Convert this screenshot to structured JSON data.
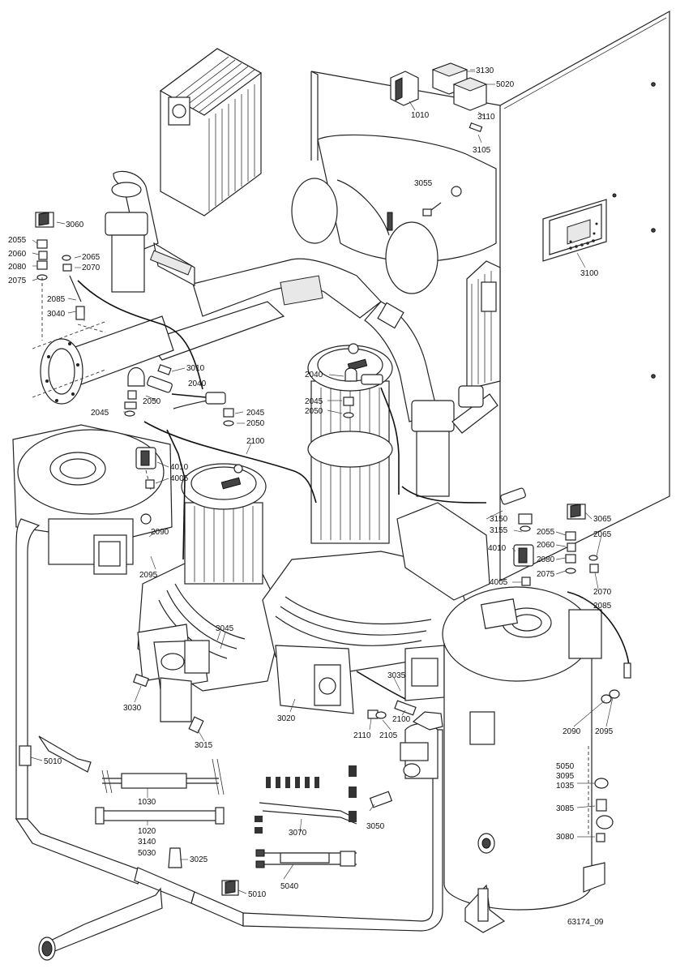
{
  "drawing_id": "63174_09",
  "callouts": [
    {
      "id": "c3130",
      "text": "3130"
    },
    {
      "id": "c5020",
      "text": "5020"
    },
    {
      "id": "c1010",
      "text": "1010"
    },
    {
      "id": "c3110",
      "text": "3110"
    },
    {
      "id": "c3105",
      "text": "3105"
    },
    {
      "id": "c3055",
      "text": "3055"
    },
    {
      "id": "c3060",
      "text": "3060"
    },
    {
      "id": "c2055a",
      "text": "2055"
    },
    {
      "id": "c2060a",
      "text": "2060"
    },
    {
      "id": "c2065a",
      "text": "2065"
    },
    {
      "id": "c2070a",
      "text": "2070"
    },
    {
      "id": "c2080a",
      "text": "2080"
    },
    {
      "id": "c2075a",
      "text": "2075"
    },
    {
      "id": "c2085a",
      "text": "2085"
    },
    {
      "id": "c3040",
      "text": "3040"
    },
    {
      "id": "c3100",
      "text": "3100"
    },
    {
      "id": "c3010",
      "text": "3010"
    },
    {
      "id": "c2040a",
      "text": "2040"
    },
    {
      "id": "c2050a",
      "text": "2050"
    },
    {
      "id": "c2045a",
      "text": "2045"
    },
    {
      "id": "c2045b",
      "text": "2045"
    },
    {
      "id": "c2050b",
      "text": "2050"
    },
    {
      "id": "c2100a",
      "text": "2100"
    },
    {
      "id": "c2040b",
      "text": "2040"
    },
    {
      "id": "c2045c",
      "text": "2045"
    },
    {
      "id": "c2050c",
      "text": "2050"
    },
    {
      "id": "c4010a",
      "text": "4010"
    },
    {
      "id": "c4005a",
      "text": "4005"
    },
    {
      "id": "c2090a",
      "text": "2090"
    },
    {
      "id": "c2095a",
      "text": "2095"
    },
    {
      "id": "c3150",
      "text": "3150"
    },
    {
      "id": "c3065",
      "text": "3065"
    },
    {
      "id": "c3155",
      "text": "3155"
    },
    {
      "id": "c4010b",
      "text": "4010"
    },
    {
      "id": "c2055b",
      "text": "2055"
    },
    {
      "id": "c2065b",
      "text": "2065"
    },
    {
      "id": "c2060b",
      "text": "2060"
    },
    {
      "id": "c2080b",
      "text": "2080"
    },
    {
      "id": "c2075b",
      "text": "2075"
    },
    {
      "id": "c2070b",
      "text": "2070"
    },
    {
      "id": "c4005b",
      "text": "4005"
    },
    {
      "id": "c2085b",
      "text": "2085"
    },
    {
      "id": "c3045",
      "text": "3045"
    },
    {
      "id": "c3035",
      "text": "3035"
    },
    {
      "id": "c3030",
      "text": "3030"
    },
    {
      "id": "c3020",
      "text": "3020"
    },
    {
      "id": "c2100b",
      "text": "2100"
    },
    {
      "id": "c2110",
      "text": "2110"
    },
    {
      "id": "c2105",
      "text": "2105"
    },
    {
      "id": "c2090b",
      "text": "2090"
    },
    {
      "id": "c2095b",
      "text": "2095"
    },
    {
      "id": "c3015",
      "text": "3015"
    },
    {
      "id": "c5010a",
      "text": "5010"
    },
    {
      "id": "c5050",
      "text": "5050"
    },
    {
      "id": "c3095",
      "text": "3095"
    },
    {
      "id": "c1035",
      "text": "1035"
    },
    {
      "id": "c1030",
      "text": "1030"
    },
    {
      "id": "c3070",
      "text": "3070"
    },
    {
      "id": "c3050",
      "text": "3050"
    },
    {
      "id": "c3085",
      "text": "3085"
    },
    {
      "id": "c1020",
      "text": "1020"
    },
    {
      "id": "c3140",
      "text": "3140"
    },
    {
      "id": "c5030",
      "text": "5030"
    },
    {
      "id": "c3025",
      "text": "3025"
    },
    {
      "id": "c3080",
      "text": "3080"
    },
    {
      "id": "c5040",
      "text": "5040"
    },
    {
      "id": "c5010b",
      "text": "5010"
    }
  ]
}
